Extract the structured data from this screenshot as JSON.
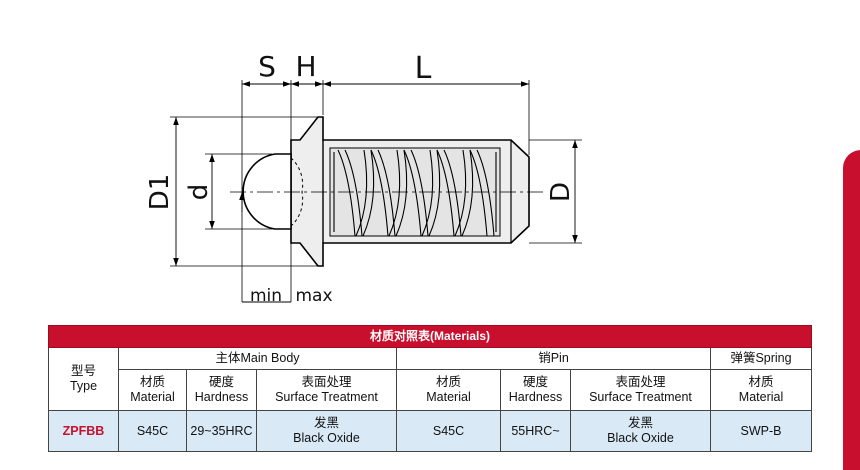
{
  "drawing": {
    "dimension_labels": {
      "S": "S",
      "H": "H",
      "L": "L",
      "D1": "D1",
      "d": "d",
      "D": "D",
      "min": "min",
      "max": "max"
    }
  },
  "materials_table": {
    "title": "材质对照表(Materials)",
    "model_header": {
      "zh": "型号",
      "en": "Type"
    },
    "groups": {
      "main_body": "主体Main Body",
      "pin": "销Pin",
      "spring": "弹簧Spring"
    },
    "sub_headers": {
      "material": {
        "zh": "材质",
        "en": "Material"
      },
      "hardness": {
        "zh": "硬度",
        "en": "Hardness"
      },
      "surface": {
        "zh": "表面处理",
        "en": "Surface Treatment"
      }
    },
    "row": {
      "model": "ZPFBB",
      "body_material": "S45C",
      "body_hardness": "29~35HRC",
      "body_surface": {
        "zh": "发黑",
        "en": "Black Oxide"
      },
      "pin_material": "S45C",
      "pin_hardness": "55HRC~",
      "pin_surface": {
        "zh": "发黑",
        "en": "Black Oxide"
      },
      "spring_material": "SWP-B"
    }
  },
  "colors": {
    "accent": "#c8102e",
    "row_fill": "#d9e9f6"
  }
}
